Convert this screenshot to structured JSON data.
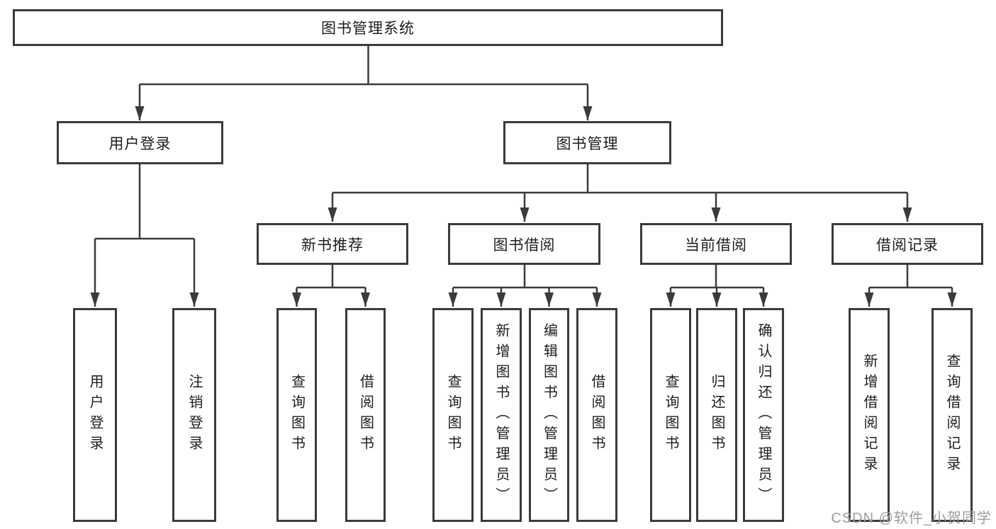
{
  "colors": {
    "box_border": "#3b3b3b",
    "connector_line": "#3b3b3b",
    "text": "#1d1d1d",
    "watermark": "#9c9c9c",
    "background": "#ffffff"
  },
  "watermark": {
    "text": "CSDN @软件_小贺同学"
  },
  "diagram": {
    "type": "hierarchy-tree",
    "root": {
      "label": "图书管理系统",
      "children": [
        {
          "label": "用户登录",
          "children": [
            {
              "label": "用户登录"
            },
            {
              "label": "注销登录"
            }
          ]
        },
        {
          "label": "图书管理",
          "children": [
            {
              "label": "新书推荐",
              "children": [
                {
                  "label": "查询图书"
                },
                {
                  "label": "借阅图书"
                }
              ]
            },
            {
              "label": "图书借阅",
              "children": [
                {
                  "label": "查询图书"
                },
                {
                  "label": "新增图书（管理员）"
                },
                {
                  "label": "编辑图书（管理员）"
                },
                {
                  "label": "借阅图书"
                }
              ]
            },
            {
              "label": "当前借阅",
              "children": [
                {
                  "label": "查询图书"
                },
                {
                  "label": "归还图书"
                },
                {
                  "label": "确认归还（管理员）"
                }
              ]
            },
            {
              "label": "借阅记录",
              "children": [
                {
                  "label": "新增借阅记录"
                },
                {
                  "label": "查询借阅记录"
                }
              ]
            }
          ]
        }
      ]
    }
  }
}
